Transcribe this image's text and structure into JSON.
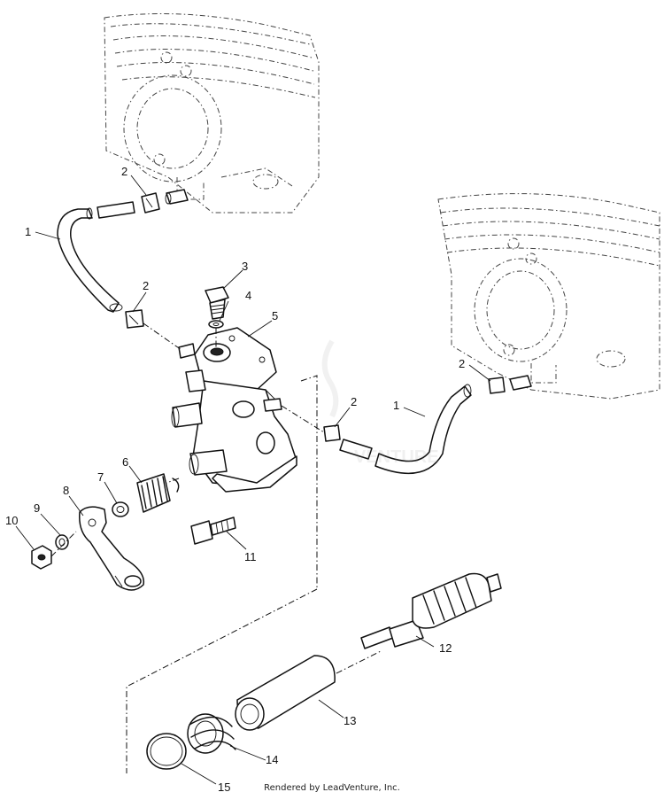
{
  "diagram": {
    "callouts": [
      {
        "id": "c1a",
        "label": "1"
      },
      {
        "id": "c1b",
        "label": "1"
      },
      {
        "id": "c2a",
        "label": "2"
      },
      {
        "id": "c2b",
        "label": "2"
      },
      {
        "id": "c2c",
        "label": "2"
      },
      {
        "id": "c2d",
        "label": "2"
      },
      {
        "id": "c3",
        "label": "3"
      },
      {
        "id": "c4",
        "label": "4"
      },
      {
        "id": "c5",
        "label": "5"
      },
      {
        "id": "c6",
        "label": "6"
      },
      {
        "id": "c7",
        "label": "7"
      },
      {
        "id": "c8",
        "label": "8"
      },
      {
        "id": "c9",
        "label": "9"
      },
      {
        "id": "c10",
        "label": "10"
      },
      {
        "id": "c11",
        "label": "11"
      },
      {
        "id": "c12",
        "label": "12"
      },
      {
        "id": "c13",
        "label": "13"
      },
      {
        "id": "c14",
        "label": "14"
      },
      {
        "id": "c15",
        "label": "15"
      }
    ],
    "footer": "Rendered by LeadVenture, Inc."
  }
}
